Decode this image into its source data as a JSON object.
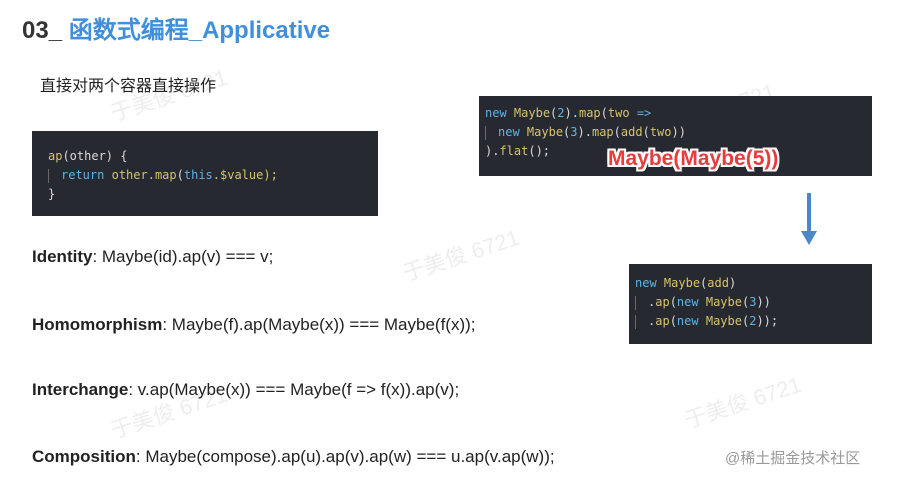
{
  "slide": {
    "title_number": "03_",
    "title_name": "函数式编程_Applicative",
    "subtitle": "直接对两个容器直接操作"
  },
  "code_ap": {
    "line1_fn": "ap",
    "line1_rest": "(other) {",
    "line2_kw": "return",
    "line2_a": "other.",
    "line2_fn": "map",
    "line2_b": "(",
    "line2_kw2": "this",
    "line2_c": ".$value);",
    "line3": "}"
  },
  "code_map": {
    "l1_kw": "new",
    "l1_cls": "Maybe",
    "l1_a": "(",
    "l1_num": "2",
    "l1_b": ").",
    "l1_fn": "map",
    "l1_c": "(",
    "l1_arg": "two",
    "l1_arrow": "=>",
    "l2_kw": "new",
    "l2_cls": "Maybe",
    "l2_a": "(",
    "l2_num": "3",
    "l2_b": ").",
    "l2_fn": "map",
    "l2_c": "(",
    "l2_fn2": "add",
    "l2_d": "(",
    "l2_arg": "two",
    "l2_e": "))",
    "l3_a": ").",
    "l3_fn": "flat",
    "l3_b": "();"
  },
  "badge": "Maybe(Maybe(5))",
  "code_apply": {
    "l1_kw": "new",
    "l1_cls": "Maybe",
    "l1_a": "(",
    "l1_fn": "add",
    "l1_b": ")",
    "l2_a": ".",
    "l2_fn": "ap",
    "l2_b": "(",
    "l2_kw": "new",
    "l2_cls": "Maybe",
    "l2_c": "(",
    "l2_num": "3",
    "l2_d": "))",
    "l3_a": ".",
    "l3_fn": "ap",
    "l3_b": "(",
    "l3_kw": "new",
    "l3_cls": "Maybe",
    "l3_c": "(",
    "l3_num": "2",
    "l3_d": "));"
  },
  "laws": [
    {
      "name": "Identity",
      "formula": ":  Maybe(id).ap(v) === v;"
    },
    {
      "name": "Homomorphism",
      "formula": ": Maybe(f).ap(Maybe(x)) === Maybe(f(x));"
    },
    {
      "name": "Interchange",
      "formula": ":  v.ap(Maybe(x)) === Maybe(f => f(x)).ap(v);"
    },
    {
      "name": "Composition",
      "formula": ": Maybe(compose).ap(u).ap(v).ap(w) === u.ap(v.ap(w));"
    }
  ],
  "watermark": "于美俊 6721",
  "credit": "@稀土掘金技术社区",
  "colors": {
    "title_accent": "#3f8fdc",
    "code_bg": "#262a30",
    "badge": "#e53c3c",
    "arrow": "#4a86c8"
  }
}
